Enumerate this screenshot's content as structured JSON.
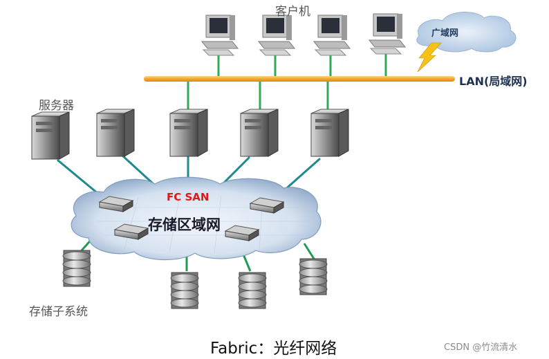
{
  "labels": {
    "clients": "客户机",
    "servers": "服务器",
    "storage_subsystem": "存储子系统",
    "lan": "LAN(局域网)",
    "wan": "广域网",
    "fc_san": "FC SAN",
    "san": "存储区域网",
    "caption": "Fabric：光纤网络",
    "watermark": "CSDN @竹流清水"
  },
  "colors": {
    "lan_bus": "#f5a623",
    "client_link": "#2faa55",
    "server_link": "#28a060",
    "storage_link": "#1f9a52",
    "san_cloud": "#c5d7ec",
    "wan_cloud": "#cfe0f2",
    "fc_san_text": "#e01818",
    "lightning": "#f6c21a"
  },
  "icons": {
    "client": "desktop-computer-icon",
    "server": "tower-server-icon",
    "switch": "fc-switch-icon",
    "disk_array": "disk-array-icon",
    "cloud": "cloud-icon",
    "lightning": "lightning-icon"
  }
}
